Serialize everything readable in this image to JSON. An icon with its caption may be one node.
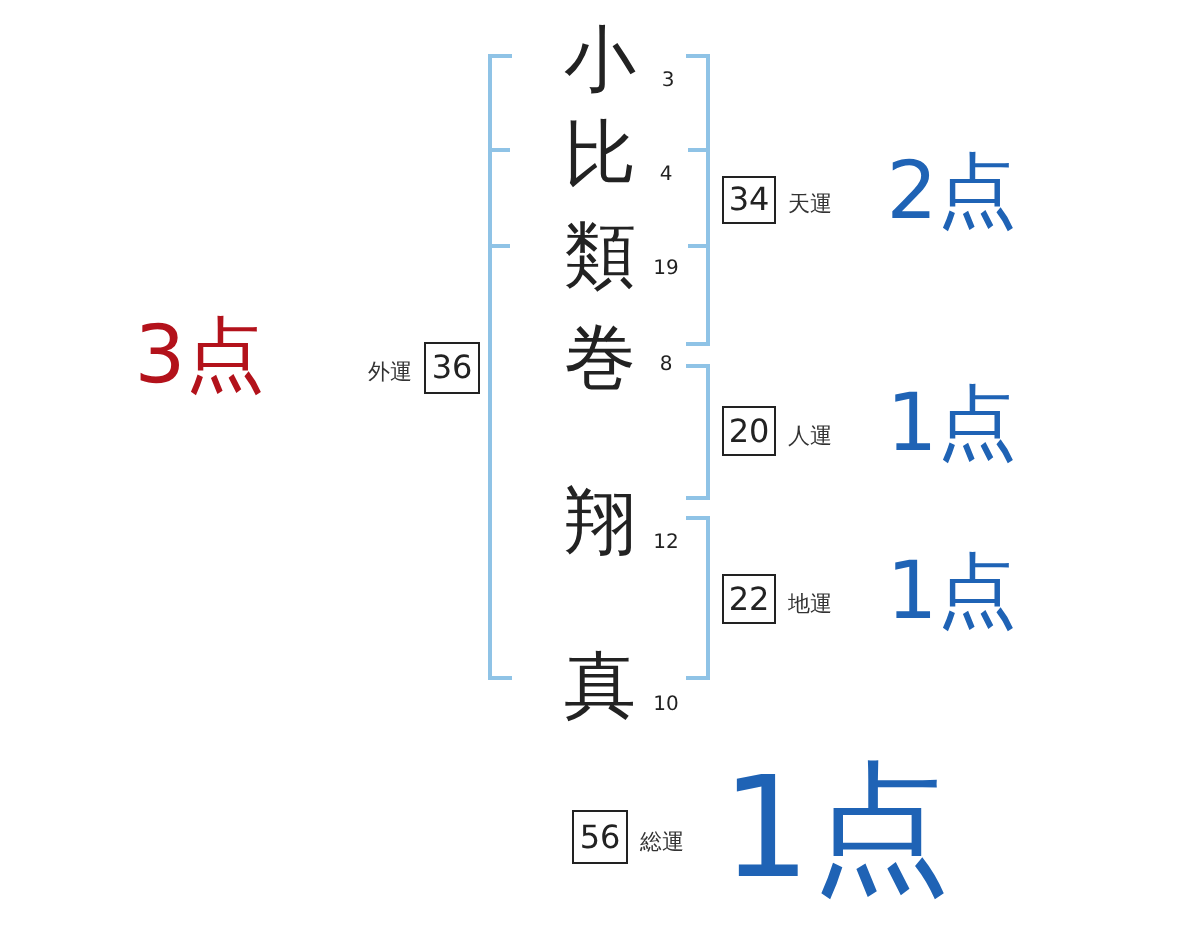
{
  "diagram": {
    "nodes": [
      {
        "text": [
          "34"
        ],
        "beside": [
          "天運",
          "2点"
        ]
      },
      {
        "text": [
          "36"
        ],
        "beside": [
          "外運",
          "3点"
        ]
      },
      {
        "text": [
          "20"
        ],
        "beside": [
          "人運",
          "1点"
        ]
      },
      {
        "text": [
          "22"
        ],
        "beside": [
          "地運",
          "1点"
        ]
      },
      {
        "text": [
          "56"
        ],
        "beside": [
          "総運",
          "1点"
        ]
      }
    ],
    "labels": [
      "小",
      "3",
      "比",
      "4",
      "類",
      "19",
      "巻",
      "8",
      "翔",
      "12",
      "真",
      "10"
    ]
  }
}
